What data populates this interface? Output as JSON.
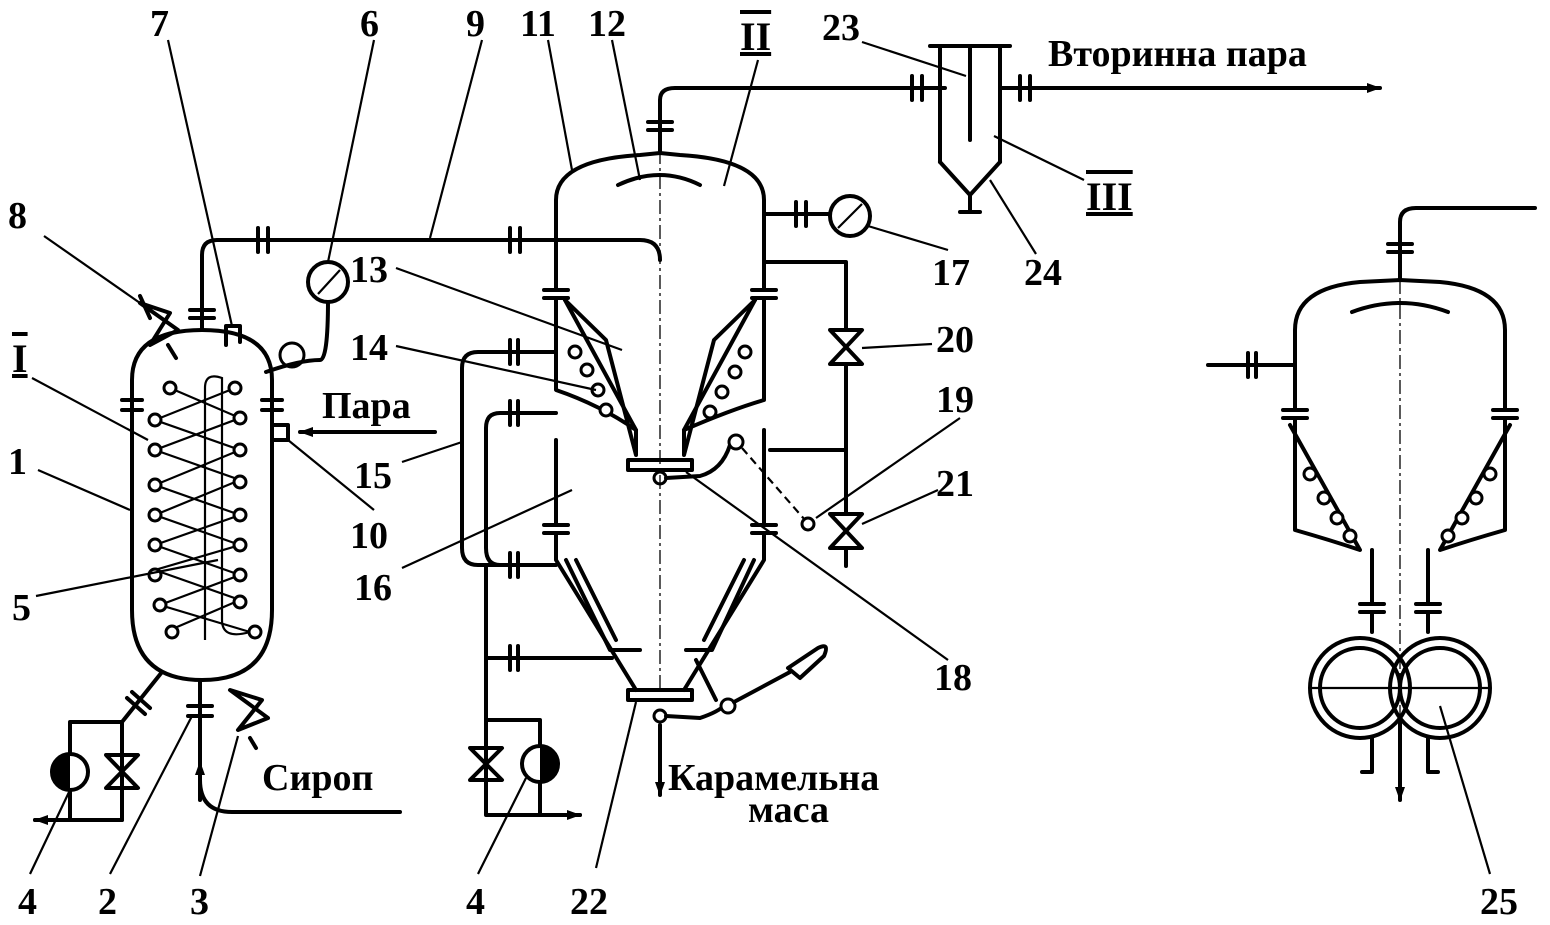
{
  "labels": {
    "roman_1": "I",
    "roman_2": "II",
    "roman_3": "III",
    "n1": "1",
    "n2": "2",
    "n3": "3",
    "n4a": "4",
    "n4b": "4",
    "n5": "5",
    "n6": "6",
    "n7": "7",
    "n8": "8",
    "n9": "9",
    "n10": "10",
    "n11": "11",
    "n12": "12",
    "n13": "13",
    "n14": "14",
    "n15": "15",
    "n16": "16",
    "n17": "17",
    "n18": "18",
    "n19": "19",
    "n20": "20",
    "n21": "21",
    "n22": "22",
    "n23": "23",
    "n24": "24",
    "n25": "25"
  },
  "flows": {
    "steam": "Пара",
    "syrup": "Сироп",
    "secondary_steam": "Вторинна пара",
    "caramel_line1": "Карамельна",
    "caramel_line2": "маса"
  }
}
